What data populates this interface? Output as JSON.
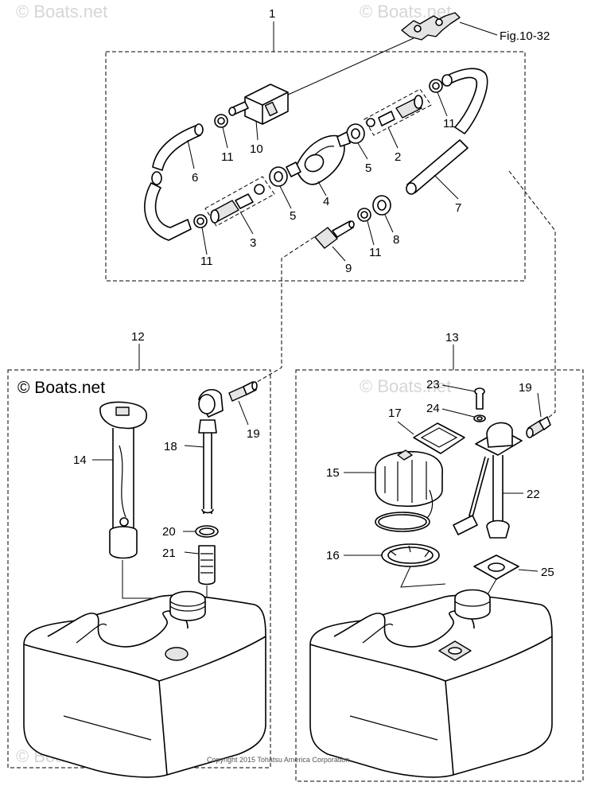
{
  "watermark": {
    "text": "© Boats.net",
    "copyright": "Copyright 2015 Tohatsu America Corporation"
  },
  "figure_reference": "Fig.10-32",
  "callouts": {
    "c1": "1",
    "c2": "2",
    "c3": "3",
    "c4": "4",
    "c5a": "5",
    "c5b": "5",
    "c6": "6",
    "c7": "7",
    "c8": "8",
    "c9": "9",
    "c10": "10",
    "c11a": "11",
    "c11b": "11",
    "c11c": "11",
    "c11d": "11",
    "c12": "12",
    "c13": "13",
    "c14": "14",
    "c15": "15",
    "c16": "16",
    "c17": "17",
    "c18": "18",
    "c19a": "19",
    "c19b": "19",
    "c20": "20",
    "c21": "21",
    "c22": "22",
    "c23": "23",
    "c24": "24",
    "c25": "25"
  }
}
